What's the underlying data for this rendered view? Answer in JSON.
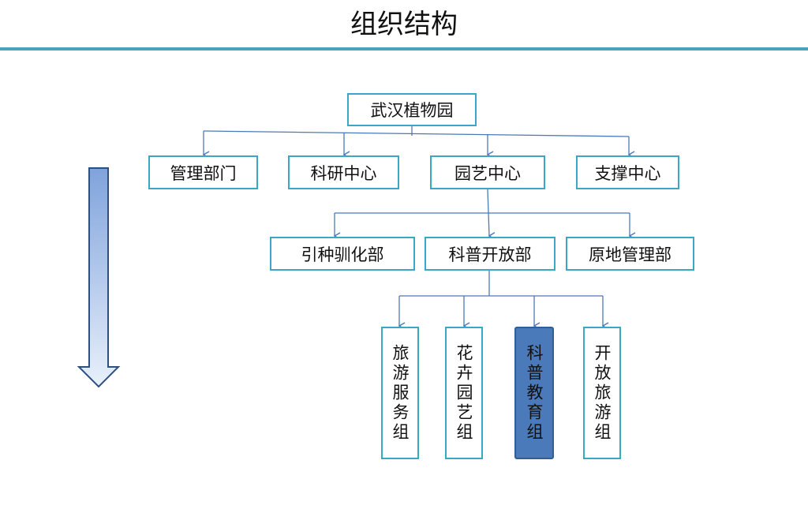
{
  "header": {
    "title": "组织结构"
  },
  "root": {
    "label": "武汉植物园"
  },
  "level1": [
    "管理部门",
    "科研中心",
    "园艺中心",
    "支撑中心"
  ],
  "level2": [
    "引种驯化部",
    "科普开放部",
    "原地管理部"
  ],
  "level3": [
    "旅游服务组",
    "花卉园艺组",
    "科普教育组",
    "开放旅游组"
  ],
  "highlighted": "科普教育组",
  "colors": {
    "accent_rule": "#4aa3b8",
    "box_border": "#3aa7c4",
    "highlight_fill": "#4a7ab9",
    "connector": "#4a7ab9"
  }
}
